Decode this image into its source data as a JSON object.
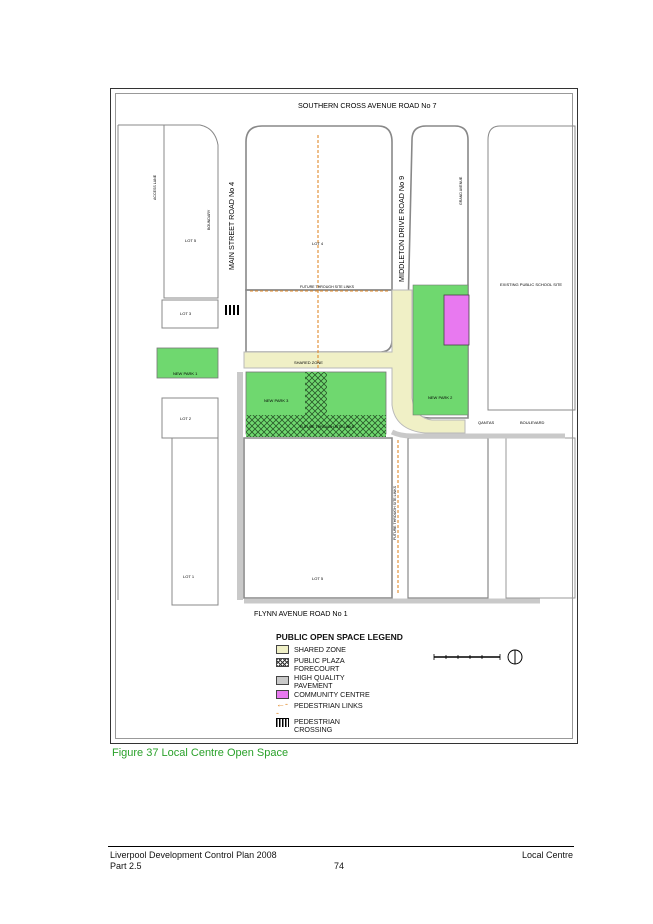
{
  "map": {
    "roads": {
      "top": "SOUTHERN CROSS AVENUE  ROAD No 7",
      "bottom": "FLYNN AVENUE ROAD No 1",
      "main": "MAIN STREET ROAD No 4",
      "middleton": "MIDDLETON DRIVE ROAD No 9",
      "qantas": "QANTAS",
      "boulevard": "BOULEVARD"
    },
    "labels": {
      "lot1": "LOT 1",
      "lot2": "LOT 2",
      "lot3": "LOT 3",
      "lot4": "LOT 4",
      "lot5": "LOT 5",
      "lot5b": "LOT 5",
      "new_park_1": "NEW PARK 1",
      "new_park_2": "NEW PARK 2",
      "new_park_3": "NEW PARK 3",
      "shared_zone": "SHARED ZONE",
      "future_through_site_links_1": "FUTURE THROUGH SITE LINKS",
      "future_through_site_links_2": "FUTURE THROUGH SITE LINKS",
      "future_through_site_links_3": "FUTURE THROUGH SITE LINKS",
      "existing_school": "EXISTING PUBLIC SCHOOL SITE",
      "boundary": "BOUNDARY",
      "access_lane": "ACCESS LANE",
      "grand_avenue": "GRAND AVENUE"
    }
  },
  "legend": {
    "title": "PUBLIC OPEN SPACE LEGEND",
    "items": [
      {
        "label": "SHARED ZONE",
        "color": "#f0f0c6"
      },
      {
        "label": "PUBLIC PLAZA FORECOURT",
        "color": "#6fd86f"
      },
      {
        "label": "HIGH QUALITY PAVEMENT",
        "color": "#c9c9c9"
      },
      {
        "label": "COMMUNITY CENTRE",
        "color": "#e879f0"
      },
      {
        "label": "PEDESTRIAN LINKS",
        "color": "#e08a2a"
      },
      {
        "label": "PEDESTRIAN CROSSING",
        "color": "#000000"
      }
    ]
  },
  "caption": "Figure 37 Local Centre Open Space",
  "footer": {
    "left_line1": "Liverpool Development Control Plan 2008",
    "left_line2": "Part 2.5",
    "page": "74",
    "right": "Local Centre"
  },
  "colors": {
    "park": "#6fd86f",
    "shared": "#f0f0c6",
    "pavement": "#c9c9c9",
    "community": "#e879f0",
    "links": "#e08a2a"
  }
}
